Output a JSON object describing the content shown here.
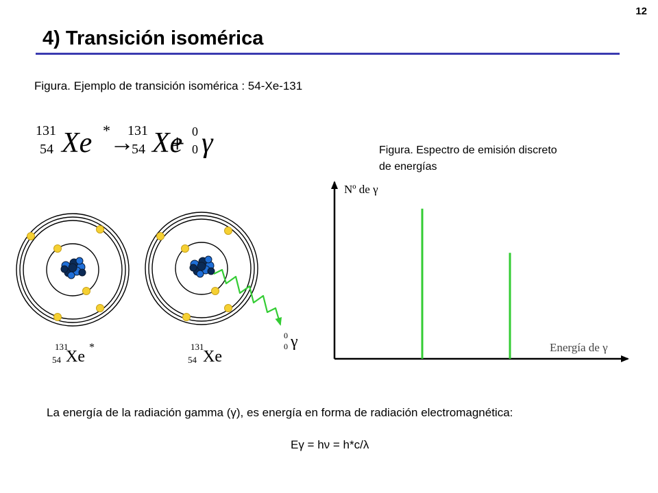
{
  "slide": {
    "number": "12",
    "title": "4) Transición isomérica",
    "caption_reaction": "Figura. Ejemplo de transición isomérica : 54-Xe-131",
    "caption_spectrum_line1": "Figura.  Espectro de emisión discreto",
    "caption_spectrum_line2": "de energías"
  },
  "equation": {
    "mass": "131",
    "atomic": "54",
    "reactant": "Xe",
    "excited_mark": "*",
    "arrow": "→",
    "product": "Xe",
    "plus": "+",
    "gamma_super": "0",
    "gamma_sub": "0",
    "gamma": "γ"
  },
  "atom_labels": {
    "excited": {
      "mass": "131",
      "atomic": "54",
      "symbol": "Xe",
      "mark": "*"
    },
    "ground": {
      "mass": "131",
      "atomic": "54",
      "symbol": "Xe"
    },
    "photon": {
      "super": "0",
      "sub": "0",
      "symbol": "γ"
    }
  },
  "spectrum": {
    "y_label": "Nº de γ",
    "x_label": "Energía de γ"
  },
  "chart_data": {
    "type": "bar",
    "categories": [
      "",
      ""
    ],
    "values": [
      0.85,
      0.6
    ],
    "xlabel": "Energía de γ",
    "ylabel": "Nº de γ",
    "ylim": [
      0,
      1
    ],
    "grid": false,
    "bar_color": "#33cc33"
  },
  "footer": {
    "explanation": "La energía de la radiación gamma (γ), es energía en forma de radiación electromagnética:",
    "formula": "Eγ = hν = h*c/λ"
  },
  "colors": {
    "accent_rule": "#3a3ab0",
    "electron": "#f5d033",
    "proton": "#1f6fd8",
    "neutron": "#0b2a55",
    "photon_wave": "#33cc33",
    "spectrum_line": "#33cc33"
  }
}
